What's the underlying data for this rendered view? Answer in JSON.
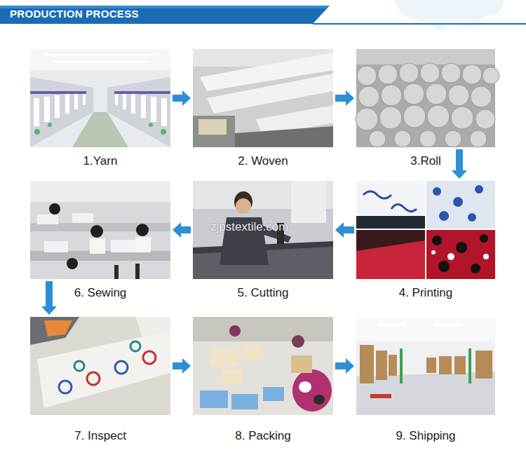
{
  "diagram": {
    "title": "PRODUCTION PROCESS",
    "nodes": [
      {
        "text": [
          "1.Yarn"
        ]
      },
      {
        "text": [
          "2. Woven"
        ]
      },
      {
        "text": [
          "3.Roll"
        ]
      },
      {
        "text": [
          "4. Printing"
        ]
      },
      {
        "text": [
          "5. Cutting"
        ]
      },
      {
        "text": [
          "6. Sewing"
        ]
      },
      {
        "text": [
          "7. Inspect"
        ]
      },
      {
        "text": [
          "8. Packing"
        ]
      },
      {
        "text": [
          "9. Shipping"
        ]
      }
    ],
    "edges": [
      {
        "from": 0,
        "to": 1,
        "arrow": "to"
      },
      {
        "from": 1,
        "to": 2,
        "arrow": "to"
      },
      {
        "from": 2,
        "to": 3,
        "arrow": "to"
      },
      {
        "from": 3,
        "to": 4,
        "arrow": "to"
      },
      {
        "from": 4,
        "to": 5,
        "arrow": "to"
      },
      {
        "from": 5,
        "to": 6,
        "arrow": "to"
      },
      {
        "from": 6,
        "to": 7,
        "arrow": "to"
      },
      {
        "from": 7,
        "to": 8,
        "arrow": "to"
      }
    ],
    "labels": [
      "zjpstextile.com"
    ]
  }
}
